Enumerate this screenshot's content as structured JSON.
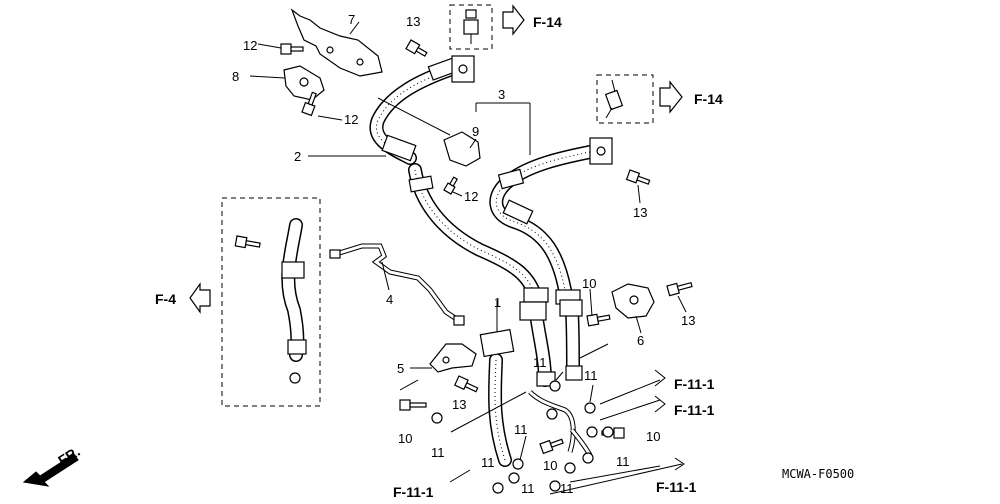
{
  "diagram": {
    "code": "MCWA-F0500",
    "refs": {
      "f14_top": "F-14",
      "f14_mid": "F-14",
      "f4": "F-4",
      "f111_a": "F-11-1",
      "f111_b": "F-11-1",
      "f111_c": "F-11-1",
      "f111_d": "F-11-1",
      "fr": "FR."
    },
    "labels": {
      "p7": "7",
      "p13_top": "13",
      "p12_a": "12",
      "p8": "8",
      "p12_b": "12",
      "p3": "3",
      "p9": "9",
      "p2": "2",
      "p12_c": "12",
      "p13_right": "13",
      "p4": "4",
      "p1": "1",
      "p10_a": "10",
      "p13_b": "13",
      "p6": "6",
      "p5": "5",
      "p11_a": "11",
      "p11_b": "11",
      "p13_c": "13",
      "p10_b": "10",
      "p11_c": "11",
      "p11_d": "11",
      "p11_e": "11",
      "p10_c": "10",
      "p10_d": "10",
      "p11_f": "11",
      "p11_g": "11",
      "p11_h": "11"
    }
  }
}
